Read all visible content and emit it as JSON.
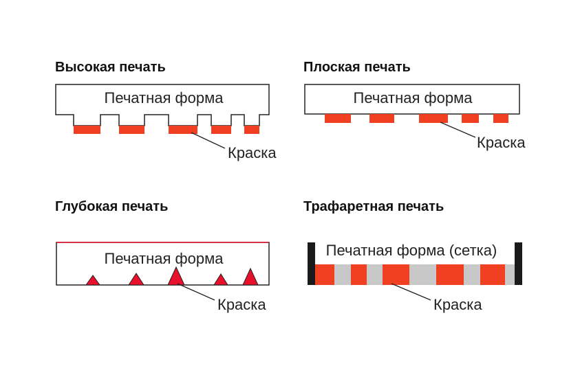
{
  "colors": {
    "ink": "#f04021",
    "ink_intaglio": "#e8102a",
    "outline": "#222222",
    "screen_mesh": "#c8c8c8",
    "frame": "#1a1a1a"
  },
  "panels": {
    "relief": {
      "title": "Высокая печать",
      "form_label": "Печатная форма",
      "ink_label": "Краска"
    },
    "flat": {
      "title": "Плоская печать",
      "form_label": "Печатная форма",
      "ink_label": "Краска"
    },
    "intaglio": {
      "title": "Глубокая печать",
      "form_label": "Печатная форма",
      "ink_label": "Краска"
    },
    "screen": {
      "title": "Трафаретная печать",
      "form_label": "Печатная форма (сетка)",
      "ink_label": "Краска"
    }
  }
}
